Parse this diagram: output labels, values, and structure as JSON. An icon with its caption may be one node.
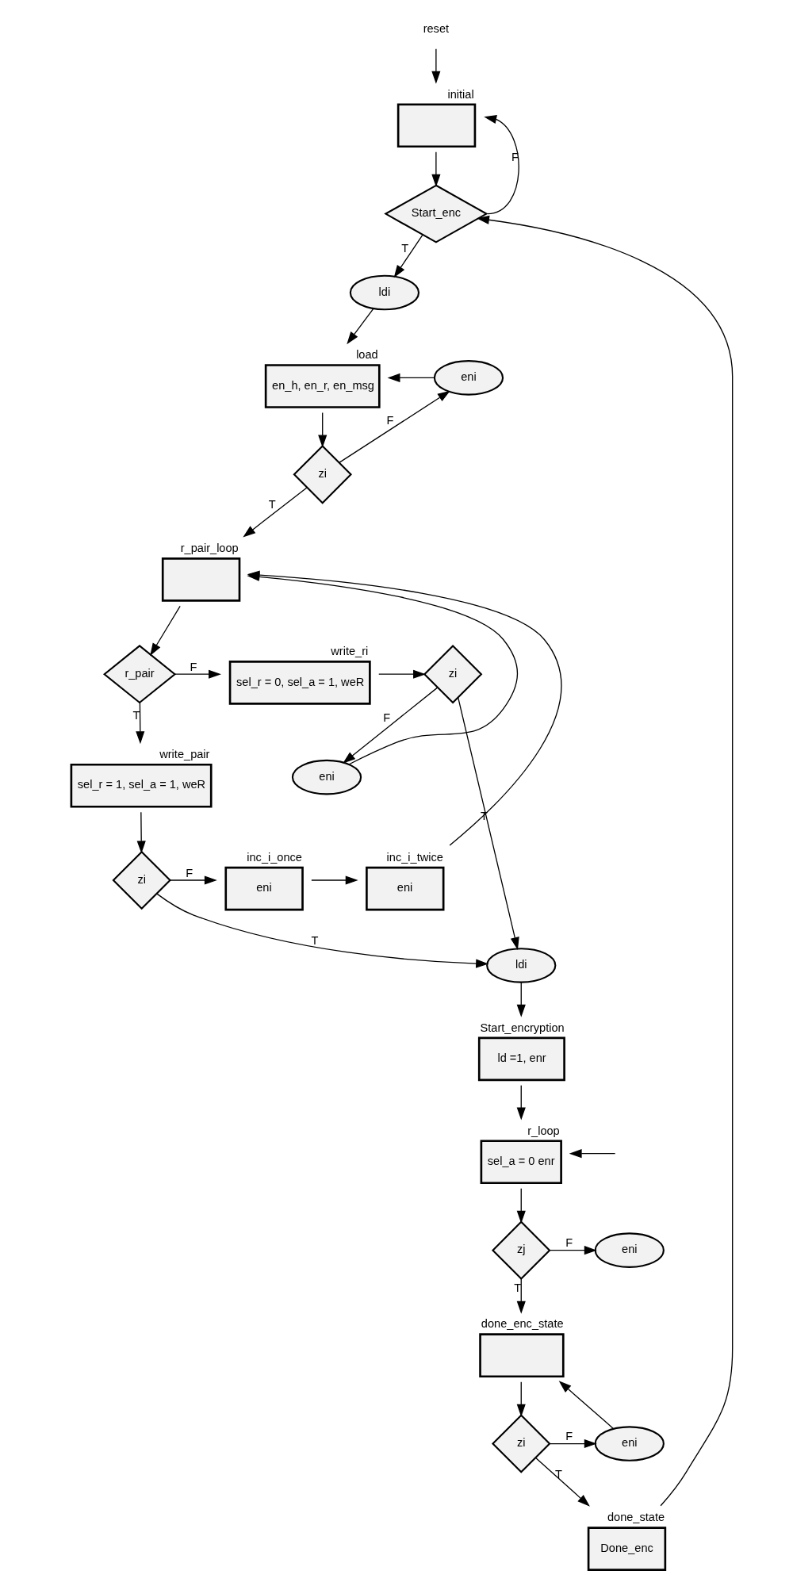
{
  "diagram": {
    "nodes": [
      {
        "text": [
          "reset"
        ]
      },
      {
        "text": [
          "initial"
        ]
      },
      {
        "text": [
          "Start_enc"
        ]
      },
      {
        "text": [
          "ldi"
        ]
      },
      {
        "text": [
          "load",
          "en_h, en_r, en_msg"
        ]
      },
      {
        "text": [
          "eni"
        ]
      },
      {
        "text": [
          "zi"
        ]
      },
      {
        "text": [
          "r_pair_loop"
        ]
      },
      {
        "text": [
          "eni"
        ]
      },
      {
        "text": [
          "r_pair"
        ]
      },
      {
        "text": [
          "write_ri",
          "sel_r = 0, sel_a = 1, weR"
        ]
      },
      {
        "text": [
          "zi"
        ]
      },
      {
        "text": [
          "write_pair",
          "sel_r = 1, sel_a = 1, weR"
        ]
      },
      {
        "text": [
          "inc_i_twice",
          "eni"
        ]
      },
      {
        "text": [
          "inc_i_once",
          "eni"
        ]
      },
      {
        "text": [
          "zi"
        ]
      },
      {
        "text": [
          "ldi"
        ]
      },
      {
        "text": [
          "Start_encryption",
          "ld =1, enr"
        ]
      },
      {
        "text": [
          "r_loop",
          "sel_a = 0 enr"
        ]
      },
      {
        "text": [
          "zj"
        ]
      },
      {
        "text": [
          "eni"
        ]
      },
      {
        "text": [
          "done_enc_state"
        ]
      },
      {
        "text": [
          "zi"
        ]
      },
      {
        "text": [
          "eni"
        ]
      },
      {
        "text": [
          "done_state",
          "Done_enc"
        ]
      }
    ],
    "edges": [
      {
        "from": 0,
        "to": 1,
        "arrow": "to"
      },
      {
        "from": 1,
        "to": 2,
        "arrow": "to"
      },
      {
        "from": 2,
        "to": 1,
        "arrow": "to",
        "label": "F"
      },
      {
        "from": 2,
        "to": 3,
        "arrow": "to",
        "label": "T"
      },
      {
        "from": 3,
        "to": 4,
        "arrow": "to"
      },
      {
        "from": 4,
        "to": 6,
        "arrow": "to"
      },
      {
        "from": 6,
        "to": 5,
        "arrow": "to",
        "label": "F"
      },
      {
        "from": 5,
        "to": 4,
        "arrow": "to"
      },
      {
        "from": 6,
        "to": 7,
        "arrow": "to",
        "label": "T"
      },
      {
        "from": 8,
        "to": 7,
        "arrow": "to"
      },
      {
        "from": 7,
        "to": 9,
        "arrow": "to"
      },
      {
        "from": 9,
        "to": 10,
        "arrow": "to",
        "label": "F"
      },
      {
        "from": 10,
        "to": 11,
        "arrow": "to"
      },
      {
        "from": 11,
        "to": 8,
        "arrow": "to",
        "label": "F"
      },
      {
        "from": 9,
        "to": 12,
        "arrow": "to",
        "label": "T"
      },
      {
        "from": 12,
        "to": 15,
        "arrow": "to"
      },
      {
        "from": 15,
        "to": 14,
        "arrow": "to",
        "label": "F"
      },
      {
        "from": 14,
        "to": 13,
        "arrow": "to"
      },
      {
        "from": 13,
        "to": 7,
        "arrow": "to"
      },
      {
        "from": 15,
        "to": 16,
        "arrow": "to",
        "label": "T"
      },
      {
        "from": 11,
        "to": 16,
        "arrow": "to",
        "label": "T"
      },
      {
        "from": 16,
        "to": 17,
        "arrow": "to"
      },
      {
        "from": 17,
        "to": 18,
        "arrow": "to"
      },
      {
        "from": null,
        "to": 18,
        "arrow": "to"
      },
      {
        "from": 18,
        "to": 19,
        "arrow": "to"
      },
      {
        "from": 19,
        "to": 20,
        "arrow": "to",
        "label": "F"
      },
      {
        "from": 19,
        "to": 21,
        "arrow": "to",
        "label": "T"
      },
      {
        "from": 21,
        "to": 22,
        "arrow": "to"
      },
      {
        "from": 22,
        "to": 23,
        "arrow": "to",
        "label": "F"
      },
      {
        "from": 23,
        "to": 21,
        "arrow": "to"
      },
      {
        "from": 22,
        "to": 24,
        "arrow": "to",
        "label": "T"
      },
      {
        "from": 24,
        "to": 2,
        "arrow": "to"
      }
    ]
  }
}
